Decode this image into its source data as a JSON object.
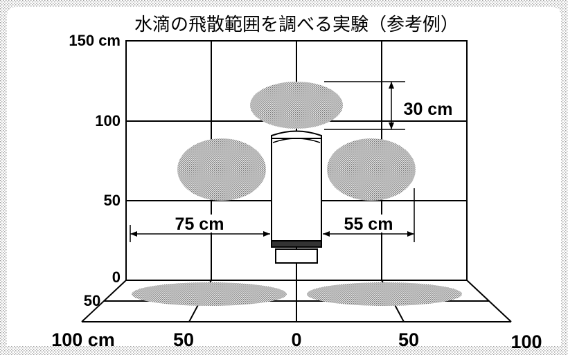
{
  "title": "水滴の飛散範囲を調べる実験（参考例）",
  "y_axis": {
    "tick_labels": [
      "150 cm",
      "100",
      "50",
      "0"
    ]
  },
  "depth_axis": {
    "tick_label": "50"
  },
  "x_axis": {
    "tick_labels": [
      "100 cm",
      "50",
      "0",
      "50",
      "100"
    ]
  },
  "dimensions": {
    "left_width": "75 cm",
    "right_width": "55 cm",
    "top_height": "30 cm"
  },
  "colors": {
    "splash": "#9c9c9c",
    "frame": "#bdbdbd",
    "grid": "#000000"
  }
}
